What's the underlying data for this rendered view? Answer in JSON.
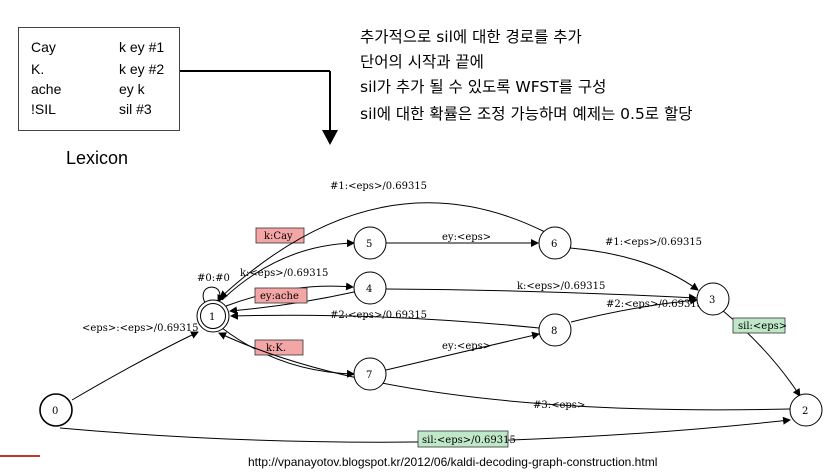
{
  "lexicon": {
    "rows": [
      {
        "word": "Cay",
        "pron": "k ey #1"
      },
      {
        "word": "K.",
        "pron": "k ey #2"
      },
      {
        "word": "ache",
        "pron": "ey k"
      },
      {
        "word": "!SIL",
        "pron": "sil #3"
      }
    ],
    "label": "Lexicon"
  },
  "notes": [
    "추가적으로 sil에 대한 경로를 추가",
    "단어의 시작과 끝에",
    "sil가 추가 될 수 있도록 WFST를 구성",
    "sil에 대한 확률은 조정 가능하며 예제는 0.5로 할당"
  ],
  "graph": {
    "nodes": {
      "n0": "0",
      "n1": "1",
      "n2": "2",
      "n3": "3",
      "n4": "4",
      "n5": "5",
      "n6": "6",
      "n7": "7",
      "n8": "8"
    },
    "edges": {
      "e0_1": "<eps>:<eps>/0.69315",
      "e0_2": "sil:<eps>/0.69315",
      "e1_1": "#0:#0",
      "e1_5": "k:Cay",
      "e1_4": "k:<eps>/0.69315",
      "e4_1": "ey:ache",
      "e1_7": "k:K.",
      "e5_6": "ey:<eps>",
      "e6_1": "#1:<eps>/0.69315",
      "e6_3": "#1:<eps>/0.69315",
      "e4_3": "k:<eps>/0.69315",
      "e8_3": "#2:<eps>/0.69315",
      "e8_1": "#2:<eps>/0.69315",
      "e7_8": "ey:<eps>",
      "e3_2": "sil:<eps>",
      "e2_1": "#3:<eps>"
    },
    "highlight_colors": {
      "red": "#f4a6a6",
      "green": "#bfe8c8"
    }
  },
  "source_url": "http://vpanayotov.blogspot.kr/2012/06/kaldi-decoding-graph-construction.html"
}
